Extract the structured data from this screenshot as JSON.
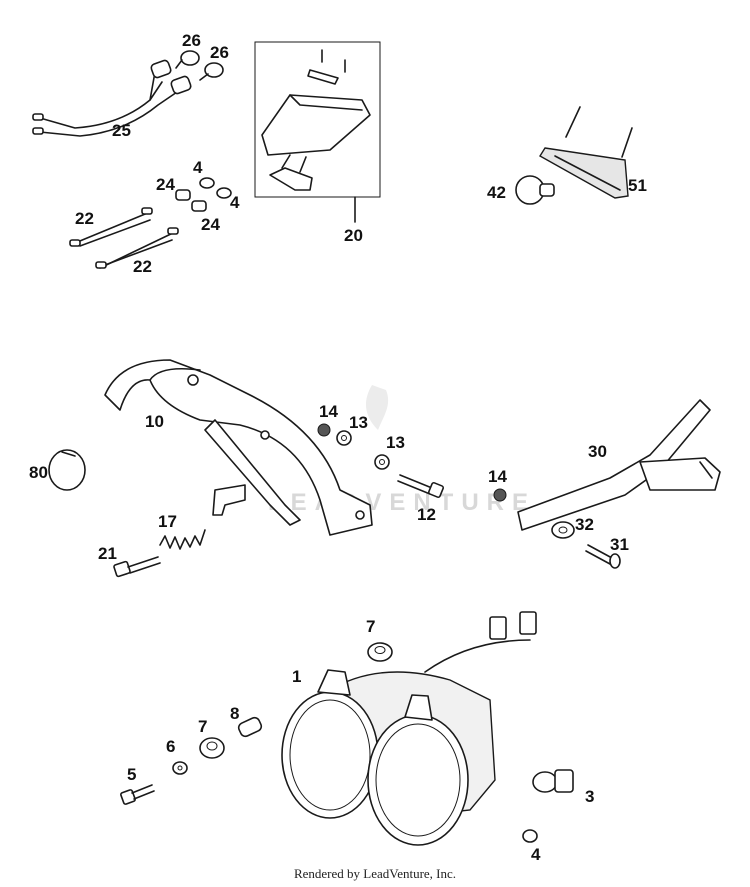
{
  "diagram": {
    "callouts": [
      "26",
      "26",
      "25",
      "20",
      "4",
      "24",
      "4",
      "24",
      "22",
      "22",
      "42",
      "51",
      "10",
      "14",
      "13",
      "13",
      "12",
      "80",
      "17",
      "21",
      "30",
      "14",
      "32",
      "31",
      "7",
      "1",
      "8",
      "7",
      "6",
      "5",
      "3",
      "4"
    ],
    "watermark": "LEADVENTURE",
    "footer": "Rendered by LeadVenture, Inc."
  }
}
